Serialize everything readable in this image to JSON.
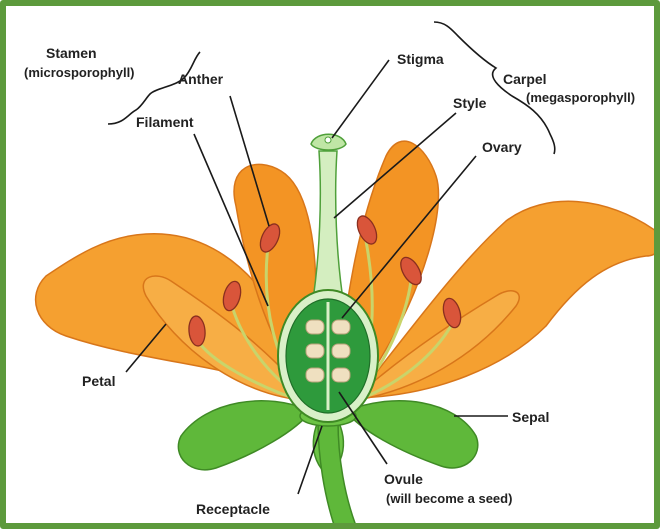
{
  "labels": {
    "stamen": "Stamen",
    "stamen_note": "(microsporophyll)",
    "anther": "Anther",
    "filament": "Filament",
    "stigma": "Stigma",
    "style": "Style",
    "carpel": "Carpel",
    "carpel_note": "(megasporophyll)",
    "ovary": "Ovary",
    "petal": "Petal",
    "sepal": "Sepal",
    "ovule": "Ovule",
    "ovule_note": "(will become a seed)",
    "receptacle": "Receptacle"
  },
  "colors": {
    "frame": "#5d9a3c",
    "petal": "#f59a2a",
    "petal_dark": "#d8761a",
    "sepal": "#5fb83a",
    "ovary": "#2e9a3c",
    "anther": "#d9553a",
    "ovule": "#efe0c0"
  }
}
